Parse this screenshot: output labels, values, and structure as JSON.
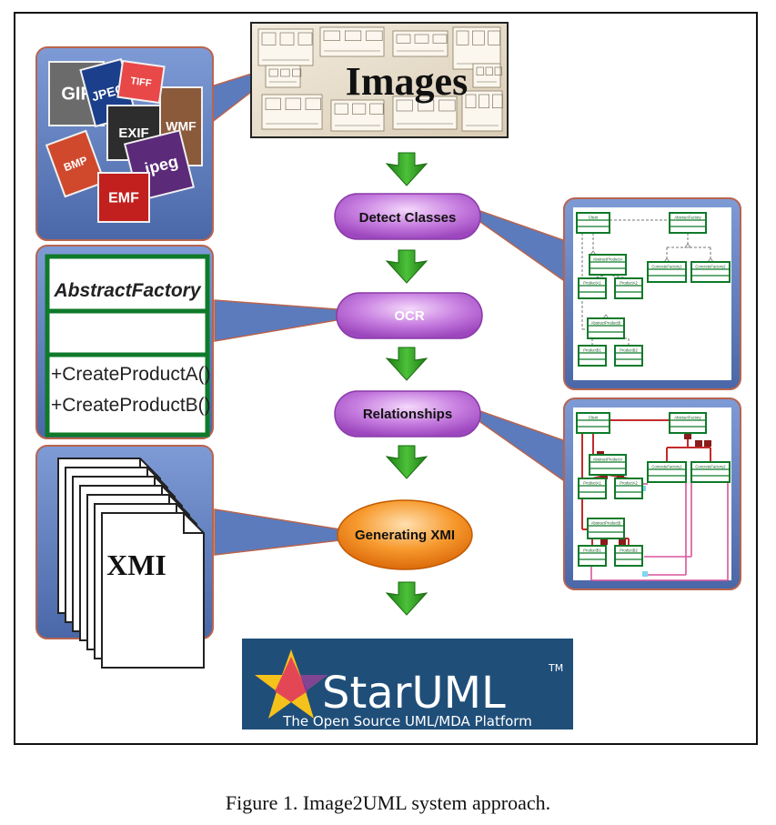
{
  "figure": {
    "caption": "Figure 1.  Image2UML system approach."
  },
  "images_box": {
    "title": "Images"
  },
  "format_tiles": [
    "GIF",
    "JPEG",
    "EXIF",
    "WMF",
    "BMP",
    ".jpeg",
    "EMF",
    "TIFF"
  ],
  "steps": [
    {
      "label": "Detect Classes",
      "color": "#b15ad0"
    },
    {
      "label": "OCR",
      "color": "#b15ad0"
    },
    {
      "label": "Relationships",
      "color": "#b15ad0"
    },
    {
      "label": "Generating XMI",
      "color": "#f07a12"
    }
  ],
  "ocr_panel": {
    "class_name": "AbstractFactory",
    "methods": [
      "+CreateProductA()",
      "+CreateProductB()"
    ]
  },
  "xmi_panel": {
    "label": "XMI"
  },
  "uml_mini": {
    "classes": [
      "Client",
      "AbstractFactory",
      "AbstractProductA",
      "ConcreteFactory1",
      "ConcreteFactory2",
      "ProductA1",
      "ProductA2",
      "AbstractProductB",
      "ProductB1",
      "ProductB2"
    ]
  },
  "staruml": {
    "name": "StarUML",
    "tm": "TM",
    "tagline": "The Open Source UML/MDA Platform"
  },
  "colors": {
    "arrow": "#2e9a1f",
    "panel_blue": "#5b7bbd",
    "panel_border": "#b8644e",
    "uml_green": "#0f7a2a",
    "relation_red": "#c42a2a",
    "relation_pink": "#d9559a",
    "staruml_bg": "#1f4e79"
  }
}
